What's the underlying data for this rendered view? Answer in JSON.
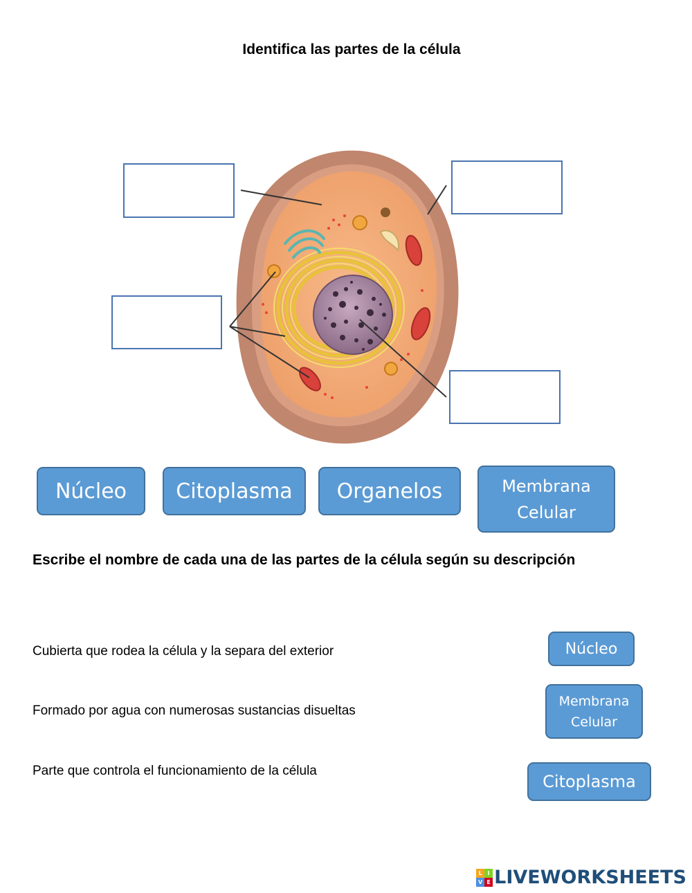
{
  "worksheet": {
    "title": "Identifica las partes de la célula",
    "diagram_boxes": [
      {
        "id": "top-left",
        "value": ""
      },
      {
        "id": "top-right",
        "value": ""
      },
      {
        "id": "middle-left",
        "value": ""
      },
      {
        "id": "bottom-right",
        "value": ""
      }
    ],
    "word_bank": [
      {
        "lines": [
          "Núcleo"
        ]
      },
      {
        "lines": [
          "Citoplasma"
        ]
      },
      {
        "lines": [
          "Organelos"
        ]
      },
      {
        "lines": [
          "Membrana",
          "Celular"
        ]
      }
    ],
    "section2_title": "Escribe el nombre de cada una de las partes de la célula según su descripción",
    "descriptions": [
      "Cubierta que rodea la célula y la separa del exterior",
      "Formado por agua con numerosas sustancias disueltas",
      "Parte que controla el funcionamiento de la célula"
    ],
    "answer_chips": [
      {
        "lines": [
          "Núcleo"
        ]
      },
      {
        "lines": [
          "Membrana",
          "Celular"
        ]
      },
      {
        "lines": [
          "Citoplasma"
        ]
      }
    ]
  },
  "footer": {
    "logo_letters": [
      "L",
      "I",
      "V",
      "E"
    ],
    "logo_colors": [
      "#f5a623",
      "#7ed321",
      "#4a90e2",
      "#d0021b"
    ],
    "logo_text": "LIVEWORKSHEETS"
  }
}
